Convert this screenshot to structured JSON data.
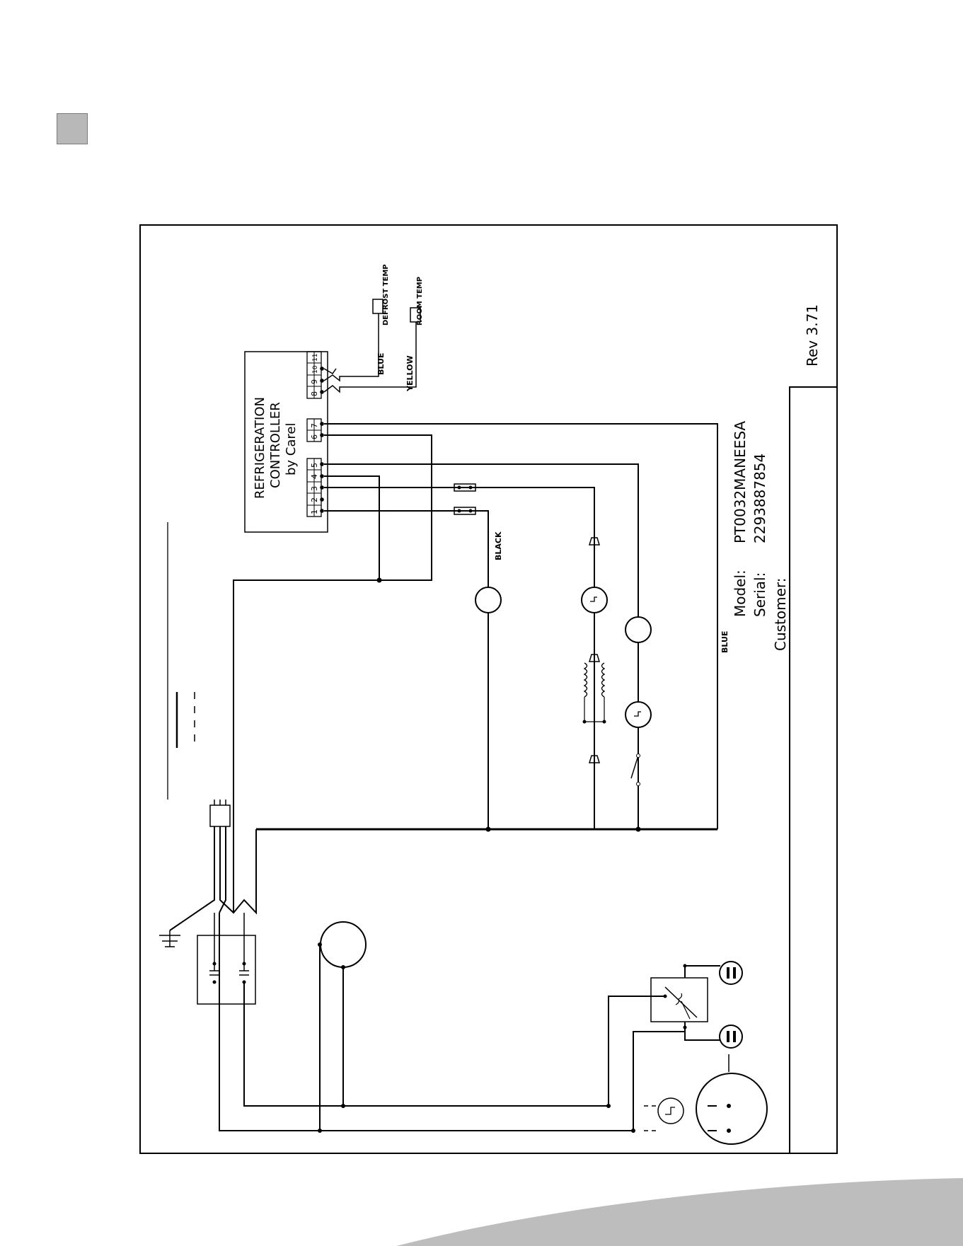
{
  "controller": {
    "line1": "REFRIGERATION",
    "line2": "CONTROLLER",
    "line3": "by Carel",
    "terminals_a": [
      "1",
      "2",
      "3",
      "4",
      "5"
    ],
    "terminals_b": [
      "6",
      "7"
    ],
    "terminals_c": [
      "8",
      "9",
      "10",
      "11"
    ]
  },
  "sensors": {
    "defrost": "DEFROST TEMP",
    "room": "ROOM TEMP"
  },
  "wires": {
    "blue_probe": "BLUE",
    "yellow_probe": "YELLOW",
    "black": "BLACK",
    "blue": "BLUE"
  },
  "info": {
    "model_label": "Model:",
    "model_value": "PT0032MANEESA",
    "serial_label": "Serial:",
    "serial_value": "2293887854",
    "customer_label": "Customer:",
    "revision": "Rev 3.71"
  },
  "colors": {
    "page_marker": "#b8b8b8",
    "swoosh": "#bdbdbd",
    "line": "#000000"
  }
}
